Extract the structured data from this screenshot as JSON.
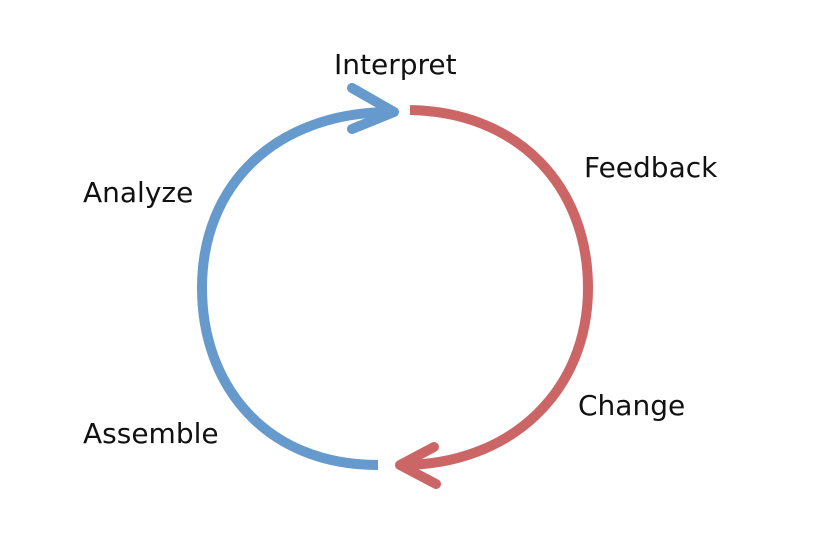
{
  "steps": {
    "interpret": "Interpret",
    "feedback": "Feedback",
    "analyze": "Analyze",
    "change": "Change",
    "assemble": "Assemble"
  },
  "colors": {
    "blue_arc": "#6699CC",
    "red_arc": "#CC6666",
    "text": "#111111",
    "background": "#FFFFFF"
  }
}
